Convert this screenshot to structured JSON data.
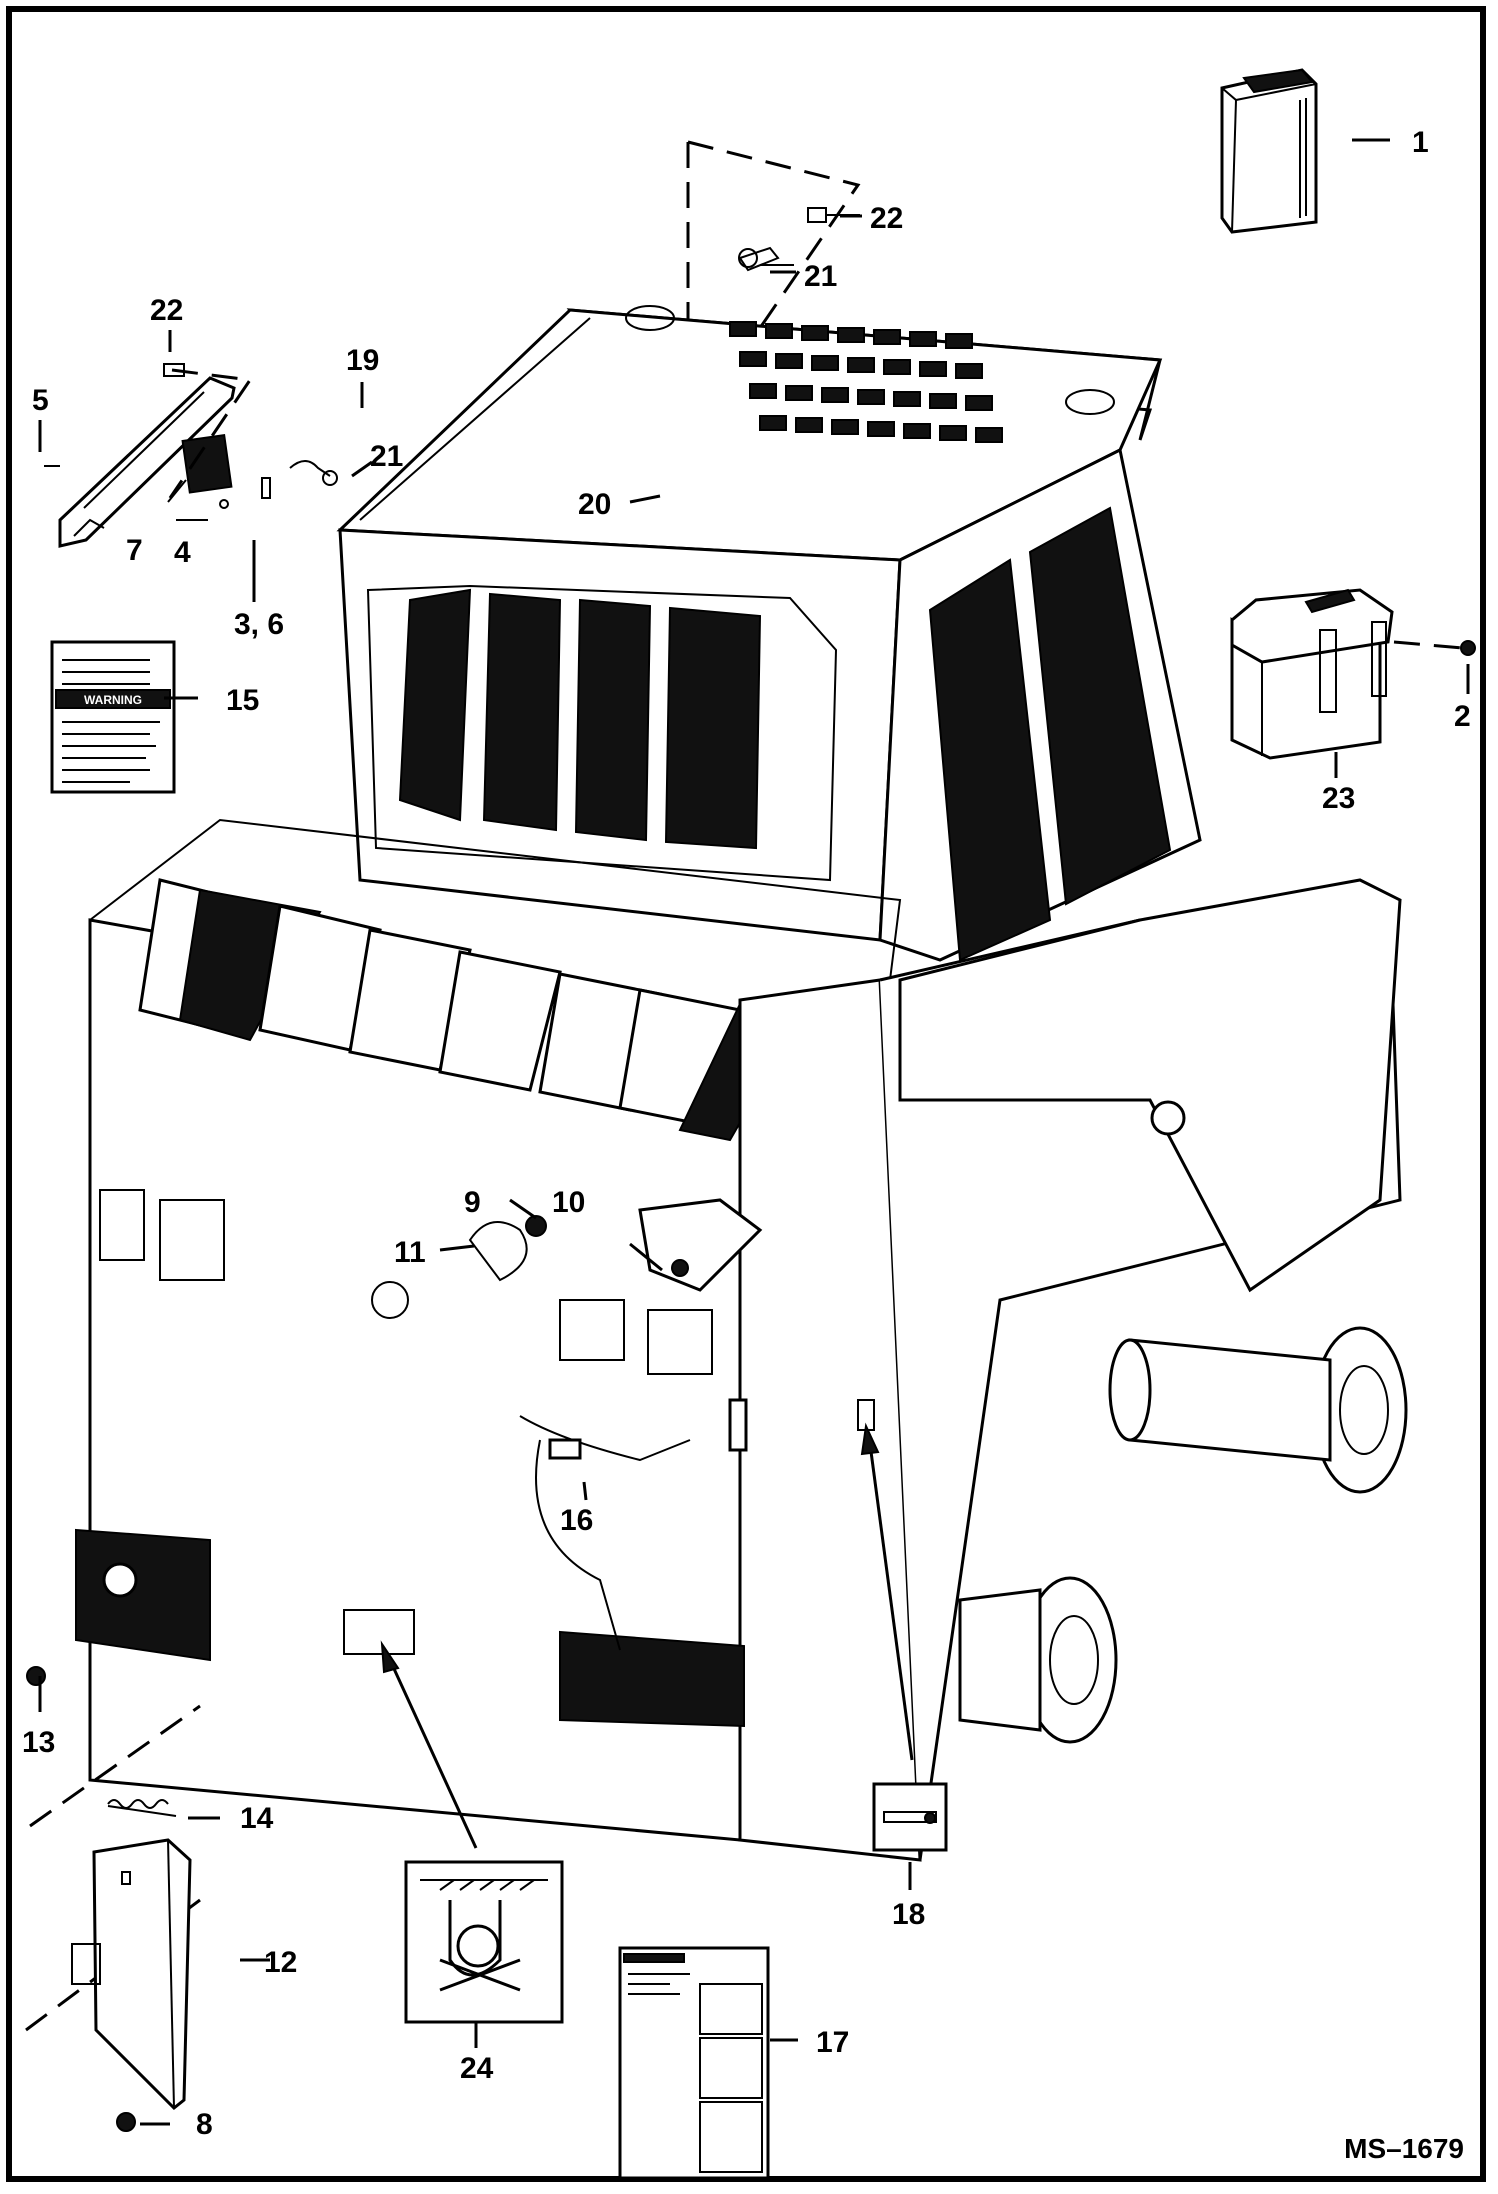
{
  "figure_code": "MS–1679",
  "callouts": [
    {
      "id": "c1",
      "text": "1"
    },
    {
      "id": "c2",
      "text": "2"
    },
    {
      "id": "c3",
      "text": "3, 6"
    },
    {
      "id": "c4",
      "text": "4"
    },
    {
      "id": "c5",
      "text": "5"
    },
    {
      "id": "c7",
      "text": "7"
    },
    {
      "id": "c8",
      "text": "8"
    },
    {
      "id": "c9",
      "text": "9"
    },
    {
      "id": "c10",
      "text": "10"
    },
    {
      "id": "c11",
      "text": "11"
    },
    {
      "id": "c12",
      "text": "12"
    },
    {
      "id": "c13",
      "text": "13"
    },
    {
      "id": "c14",
      "text": "14"
    },
    {
      "id": "c15",
      "text": "15"
    },
    {
      "id": "c16",
      "text": "16"
    },
    {
      "id": "c17",
      "text": "17"
    },
    {
      "id": "c18",
      "text": "18"
    },
    {
      "id": "c19",
      "text": "19"
    },
    {
      "id": "c20",
      "text": "20"
    },
    {
      "id": "c21a",
      "text": "21"
    },
    {
      "id": "c21b",
      "text": "21"
    },
    {
      "id": "c22a",
      "text": "22"
    },
    {
      "id": "c22b",
      "text": "22"
    },
    {
      "id": "c23",
      "text": "23"
    },
    {
      "id": "c24",
      "text": "24"
    }
  ],
  "decal_warning_word": "WARNING"
}
